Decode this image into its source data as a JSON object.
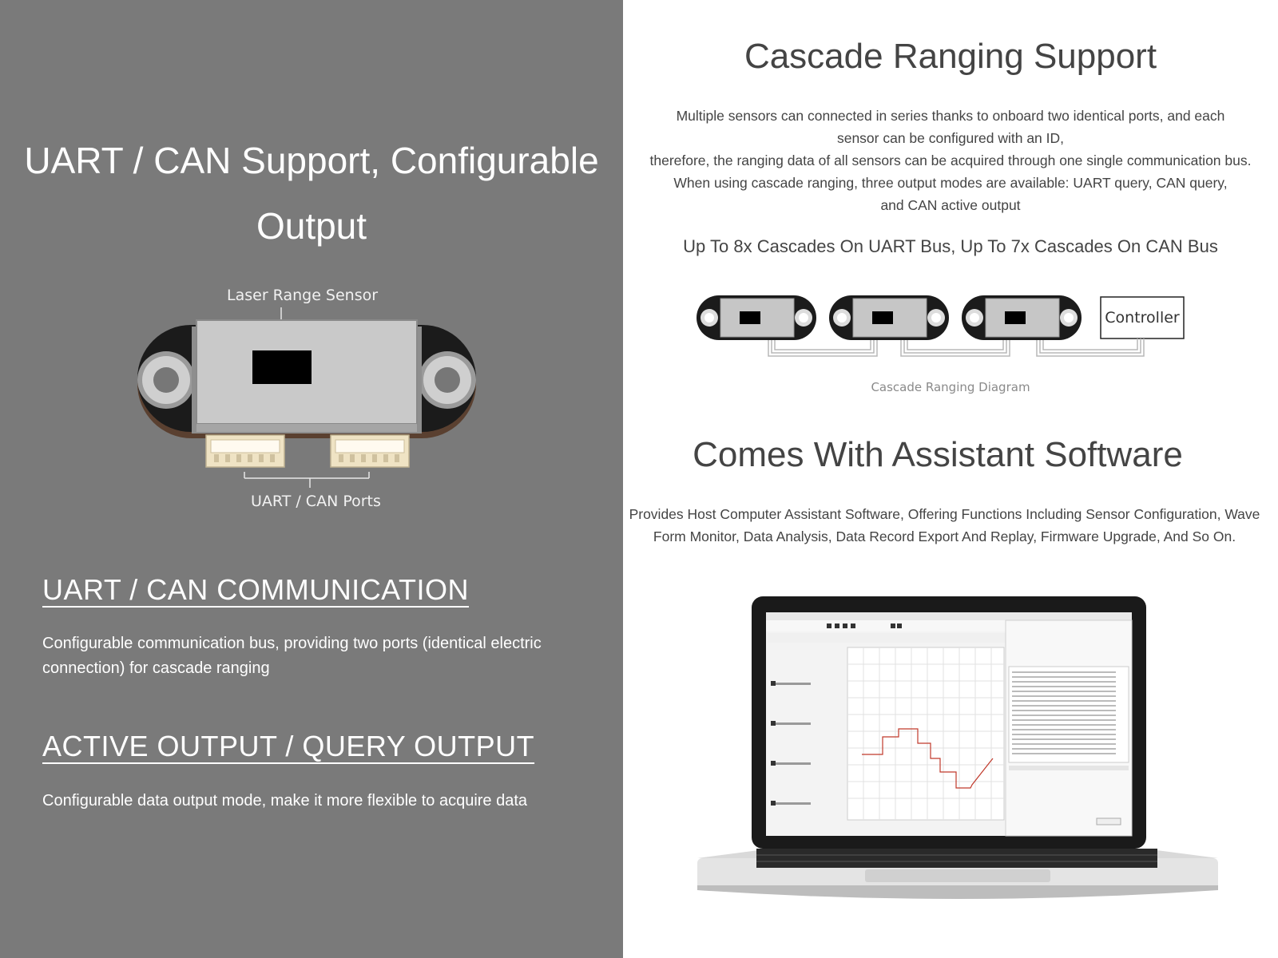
{
  "left": {
    "title_line1": "UART / CAN Support, Configurable",
    "title_line2": "Output",
    "figure": {
      "top_label": "Laser Range Sensor",
      "bottom_label": "UART / CAN Ports"
    },
    "section1": {
      "heading": "UART / CAN COMMUNICATION",
      "text": "Configurable communication bus, providing two ports (identical electric connection) for cascade ranging"
    },
    "section2": {
      "heading": "ACTIVE OUTPUT / QUERY OUTPUT",
      "text": "Configurable data output mode, make it more flexible to acquire data"
    }
  },
  "right": {
    "cascade": {
      "title": "Cascade Ranging Support",
      "line1": "Multiple sensors can connected in series thanks to onboard two identical ports, and each sensor can be configured with an ID,",
      "line2": "therefore, the ranging data of all sensors can be acquired through one single communication bus.",
      "line3": "When using cascade ranging, three output modes are available: UART query, CAN query, and CAN active output",
      "subtitle": "Up To 8x Cascades On UART Bus, Up To 7x Cascades On CAN Bus",
      "controller_label": "Controller",
      "caption": "Cascade Ranging Diagram"
    },
    "software": {
      "title": "Comes With Assistant Software",
      "text": "Provides Host Computer Assistant Software, Offering Functions Including Sensor Configuration, Wave Form Monitor, Data Analysis, Data Record Export And Replay, Firmware Upgrade, And So On."
    }
  },
  "colors": {
    "left_bg": "#7a7a7a",
    "right_bg": "#ffffff",
    "text_dark": "#444444",
    "chart_line": "#c0392b"
  }
}
